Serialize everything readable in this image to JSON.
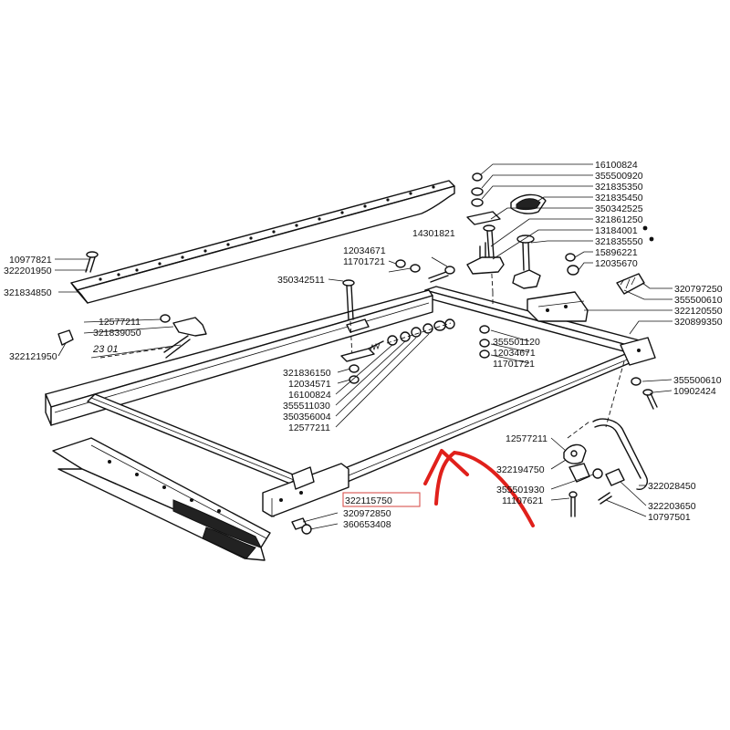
{
  "labels": {
    "l_16100824_a": "16100824",
    "l_355500920": "355500920",
    "l_321835350": "321835350",
    "l_321835450": "321835450",
    "l_350342525": "350342525",
    "l_321861250": "321861250",
    "l_13184001": "13184001",
    "l_321835550": "321835550",
    "l_15896221": "15896221",
    "l_12035670": "12035670",
    "l_320797250": "320797250",
    "l_355500610_a": "355500610",
    "l_322120550": "322120550",
    "l_320899350": "320899350",
    "l_14301821": "14301821",
    "l_12034671_a": "12034671",
    "l_11701721_a": "11701721",
    "l_350342511": "350342511",
    "l_10977821": "10977821",
    "l_322201950": "322201950",
    "l_321834850": "321834850",
    "l_12577211_a": "12577211",
    "l_321839050": "321839050",
    "l_322121950": "322121950",
    "l_2301": "23 01",
    "l_321836150": "321836150",
    "l_12034571": "12034571",
    "l_16100824_b": "16100824",
    "l_355511030": "355511030",
    "l_350356004": "350356004",
    "l_12577211_b": "12577211",
    "l_355501120": "355501120",
    "l_12034671_b": "12034671",
    "l_11701721_b": "11701721",
    "l_355500610_b": "355500610",
    "l_10902424": "10902424",
    "l_12577211_c": "12577211",
    "l_322194750": "322194750",
    "l_355501930": "355501930",
    "l_11107621": "11107621",
    "l_322028450": "322028450",
    "l_322203650": "322203650",
    "l_10797501": "10797501",
    "l_322115750": "322115750",
    "l_320972850": "320972850",
    "l_360653408": "360653408"
  },
  "colors": {
    "line": "#111111",
    "highlight_box": "#d9534f",
    "arrow": "#e0201b"
  }
}
